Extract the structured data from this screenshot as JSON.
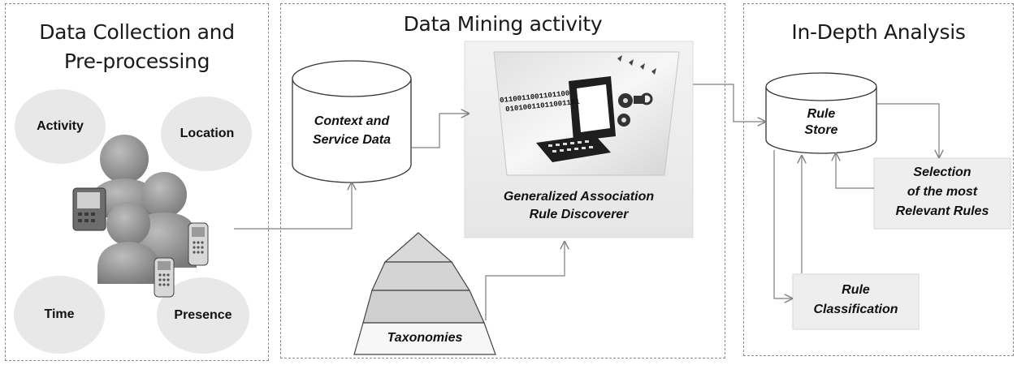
{
  "panels": {
    "collection": {
      "title_line1": "Data Collection and",
      "title_line2": "Pre-processing"
    },
    "mining": {
      "title": "Data Mining activity"
    },
    "analysis": {
      "title": "In-Depth Analysis"
    }
  },
  "context_bubbles": {
    "activity": "Activity",
    "location": "Location",
    "time": "Time",
    "presence": "Presence"
  },
  "mining": {
    "context_db_line1": "Context and",
    "context_db_line2": "Service Data",
    "discoverer_line1": "Generalized Association",
    "discoverer_line2": "Rule Discoverer",
    "binary_line1": "0110011001101100",
    "binary_line2": "01010011011001101",
    "taxonomies": "Taxonomies"
  },
  "analysis": {
    "rule_store_line1": "Rule",
    "rule_store_line2": "Store",
    "selection_line1": "Selection",
    "selection_line2": "of the most",
    "selection_line3": "Relevant Rules",
    "classification_line1": "Rule",
    "classification_line2": "Classification"
  },
  "colors": {
    "bubble": "#e8e8e8",
    "figure": "#8c8c8c",
    "box": "#eeeeee",
    "arrow": "#7f7f7f"
  }
}
